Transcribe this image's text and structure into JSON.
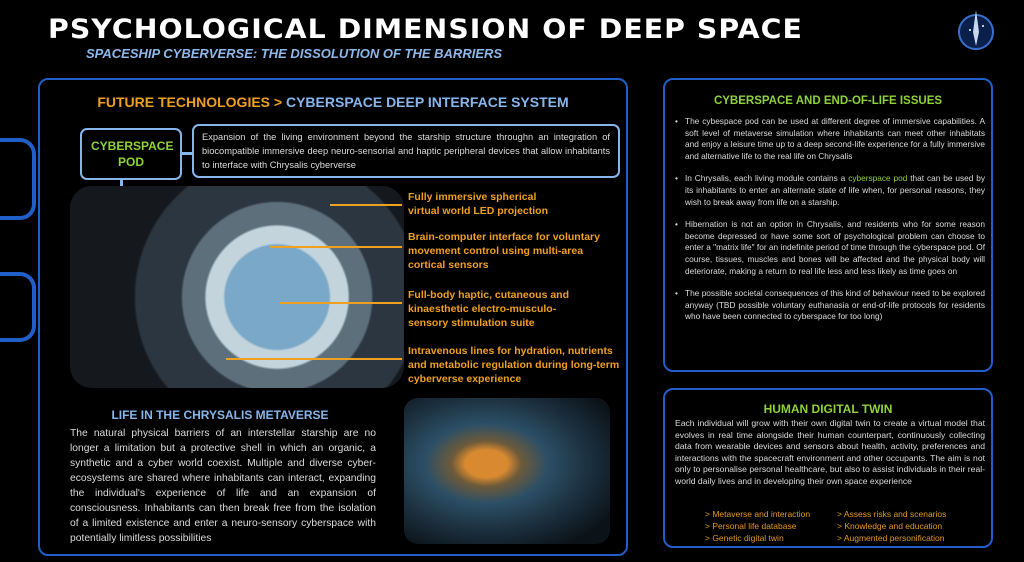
{
  "header": {
    "title": "PSYCHOLOGICAL DIMENSION OF DEEP SPACE",
    "subtitle": "SPACESHIP CYBERVERSE: THE DISSOLUTION OF THE BARRIERS"
  },
  "left": {
    "breadcrumb": {
      "parent": "FUTURE TECHNOLOGIES",
      "sep": ">",
      "current": "CYBERSPACE DEEP INTERFACE SYSTEM"
    },
    "pod_label": "CYBERSPACE POD",
    "pod_desc": "Expansion of the living environment beyond the starship structure throughn an integration of biocompatible immersive deep neuro-sensorial and haptic peripheral devices that allow inhabitants to interface with Chrysalis cyberverse",
    "callouts": [
      "Fully immersive spherical virtual world LED projection",
      "Brain-computer interface for voluntary movement control using multi-area cortical sensors",
      "Full-body haptic, cutaneous and kinaesthetic electro-musculo-sensory stimulation suite",
      "Intravenous lines for hydration, nutrients and metabolic regulation during long-term cyberverse experience"
    ],
    "life_heading": "LIFE IN THE CHRYSALIS METAVERSE",
    "life_text": "The natural physical barriers of an interstellar starship are no longer a limitation but a protective shell in which an organic, a synthetic and a cyber world coexist. Multiple and diverse cyber-ecosystems are shared where inhabitants can interact, expanding the individual's experience of life and an expansion of consciousness. Inhabitants can then break free from the isolation of a limited existence and enter a neuro-sensory cyberspace with potentially limitless possibilities"
  },
  "end_of_life": {
    "heading": "CYBERSPACE AND END-OF-LIFE ISSUES",
    "b1": "The cybespace pod can be used at different degree of immersive capabilities. A soft level of metaverse simulation where inhabitants can meet other inhabitats and enjoy  a leisure time up to a deep second-life experience for a fully immersive and alternative life to the real life on Chrysalis",
    "b2_pre": "In Chrysalis, each living module contains a ",
    "b2_hl": "cyberspace pod",
    "b2_post": " that can be used by its inhabitants to enter an alternate state of life when, for personal reasons, they wish to break away from life on a starship.",
    "b3": "Hibernation is not an option in Chrysalis, and residents who for some reason become depressed or have some sort of psychological problem can choose to enter a \"matrix life\" for an indefinite period of time through the cyberspace pod. Of course, tissues, muscles and bones will be affected and the physical body will deteriorate, making a return to real life less and less likely as time goes on",
    "b4": "The possible societal consequences of this kind of behaviour need to be explored anyway (TBD possible voluntary euthanasia or end-of-life protocols for residents who have been connected to cyberspace for too long)"
  },
  "twin": {
    "heading": "HUMAN DIGITAL TWIN",
    "text": "Each individual will grow with their own digital twin to create a virtual model that evolves in real time alongside their human counterpart, continuously collecting data from wearable devices and sensors about health, activity, preferences and interactions with the spacecraft environment and other occupants. The aim is not only to personalise personal healthcare, but also to assist individuals in their real-world daily lives and in developing their own space experience",
    "col1": [
      "> Metaverse and interaction",
      "> Personal life database",
      "> Genetic digital twin"
    ],
    "col2": [
      "> Assess risks and scenarios",
      "> Knowledge and education",
      "> Augmented personification"
    ]
  },
  "colors": {
    "blue": "#1f5fc7",
    "orange": "#f0a020",
    "green": "#8fd23a",
    "light_blue": "#86b6ec"
  }
}
